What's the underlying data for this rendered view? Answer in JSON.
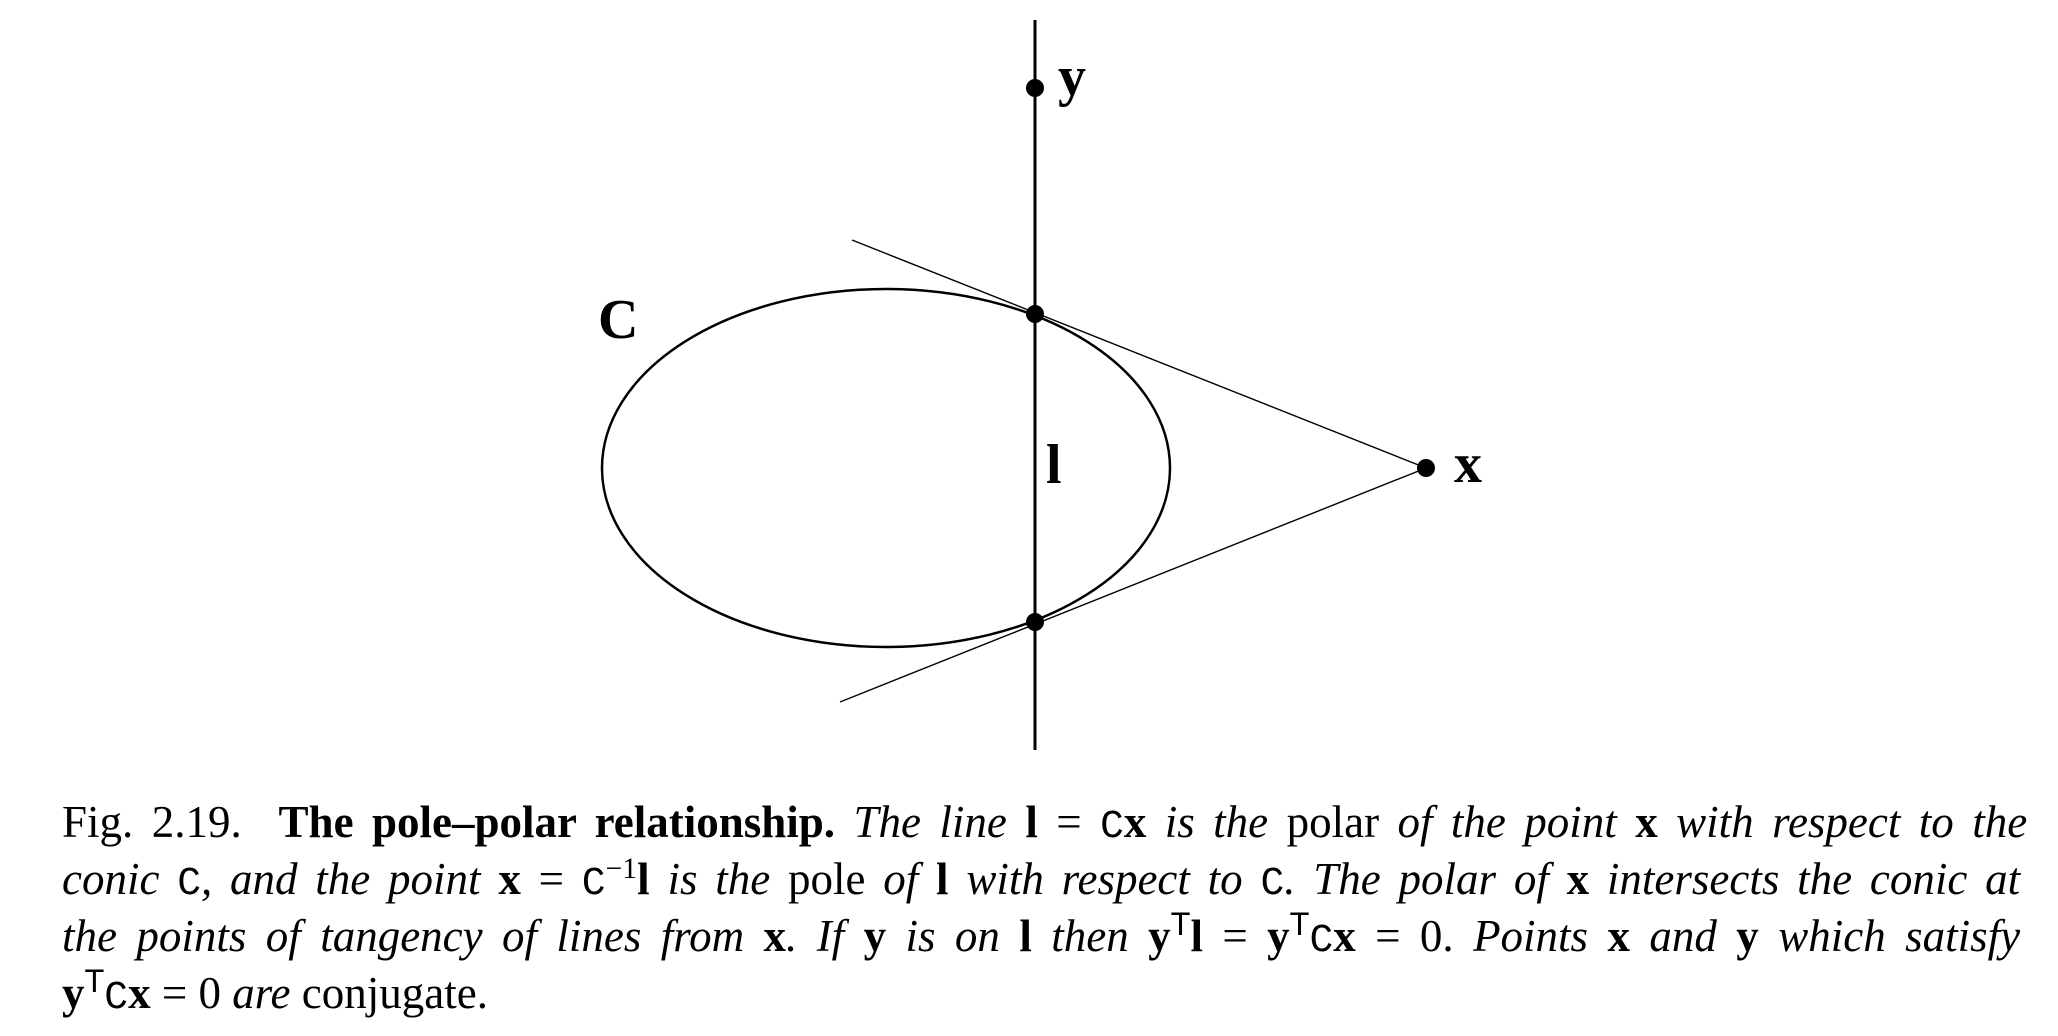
{
  "figure": {
    "labels": {
      "conic": "C",
      "point_y": "y",
      "line_l": "l",
      "point_x": "x"
    }
  },
  "caption": {
    "fig_number": "Fig. 2.19.",
    "title": "The pole–polar relationship.",
    "l1": {
      "a": "The line",
      "b": "l",
      "c": "=",
      "d": "C",
      "e": "x",
      "f": "is the",
      "g": "polar",
      "h": "of the point",
      "i": "x",
      "j": "with respect to the"
    },
    "l2": {
      "a": "conic",
      "b": "C",
      "c": ", and the point",
      "d": "x",
      "e": "=",
      "f": "C",
      "g": "−1",
      "h": "l",
      "i": "is the",
      "j": "pole",
      "k": "of",
      "l": "l",
      "m": "with respect to",
      "n": "C",
      "o": ". The polar of",
      "p": "x",
      "q": "intersects the conic at"
    },
    "l3": {
      "a": "the points of tangency of lines from",
      "b": "x",
      "c": ". If",
      "d": "y",
      "e": "is on",
      "f": "l",
      "g": "then",
      "h": "y",
      "i": "T",
      "j": "l",
      "k": "=",
      "l": "y",
      "m": "T",
      "n": "C",
      "o": "x",
      "p": "= 0.",
      "q": "Points",
      "r": "x",
      "s": "and",
      "t": "y",
      "u": "which satisfy"
    },
    "l4": {
      "a": "y",
      "b": "T",
      "c": "C",
      "d": "x",
      "e": "= 0",
      "f": "are",
      "g": "conjugate."
    }
  }
}
